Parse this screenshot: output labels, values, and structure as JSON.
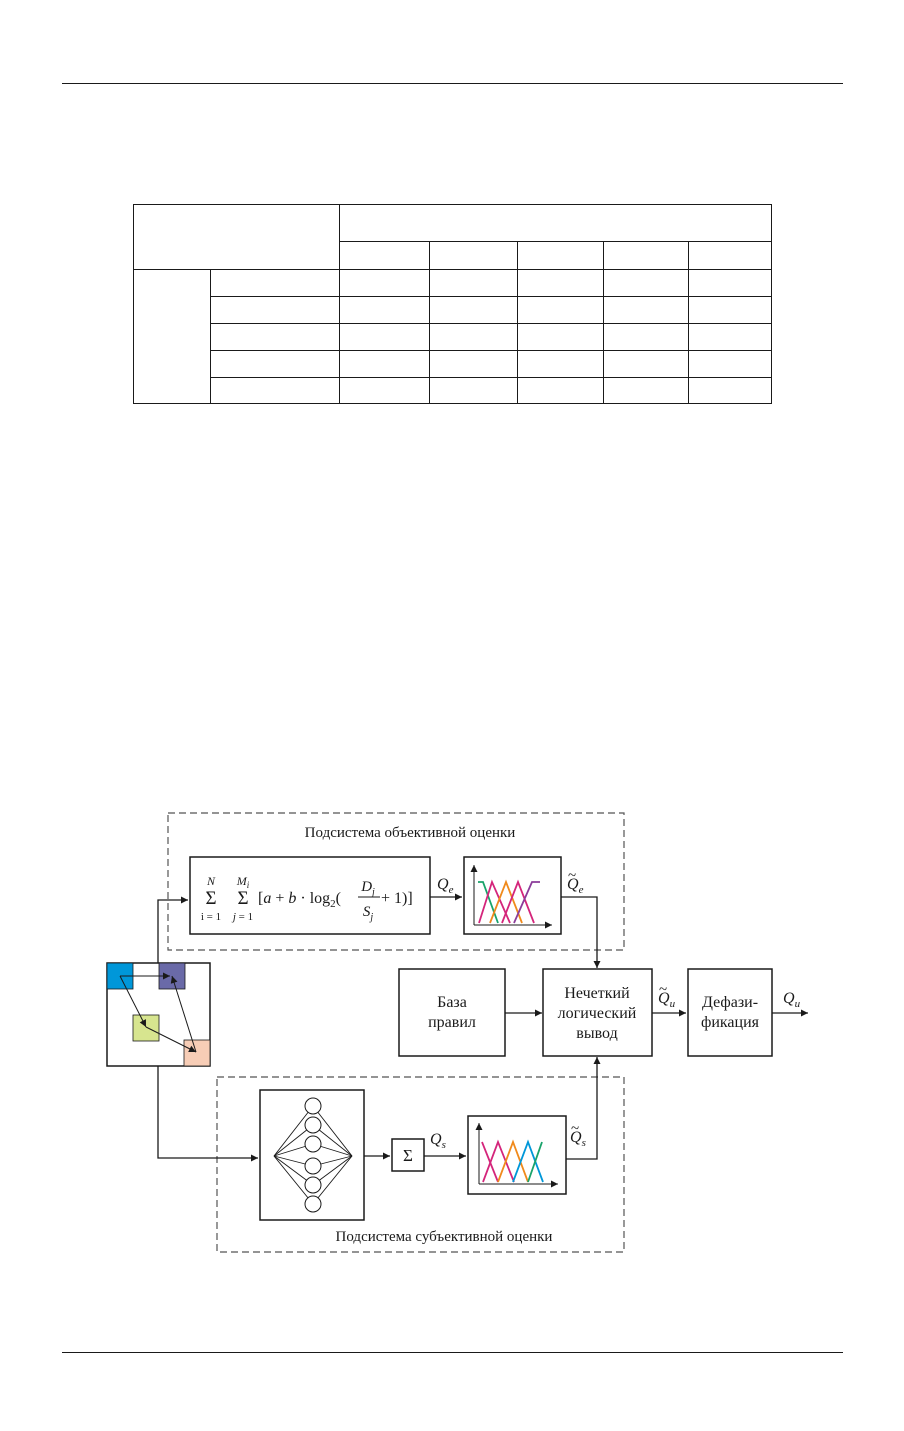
{
  "diagram": {
    "objective_subsystem_label": "Подсистема объективной оценки",
    "subjective_subsystem_label": "Подсистема субъективной оценки",
    "rule_base_lines": [
      "База",
      "правил"
    ],
    "fuzzy_inference_lines": [
      "Нечеткий",
      "логический",
      "вывод"
    ],
    "defuzzification_lines": [
      "Дефази-",
      "фикация"
    ],
    "sum_symbol": "Σ",
    "formula": {
      "outer_upper": "N",
      "outer_lower": "i = 1",
      "inner_upper": "M",
      "inner_upper_sub": "i",
      "inner_lower": "j = 1",
      "body_start": "[",
      "a": "a",
      "plus_b_dot": " + ",
      "b": "b",
      "dot_log": " · log",
      "log_base": "2",
      "paren_open": "(",
      "num": "D",
      "num_sub": "j",
      "den": "S",
      "den_sub": "j",
      "body_end": " + 1)]"
    },
    "signals": {
      "q_e": {
        "letter": "Q",
        "sub": "e"
      },
      "q_e_fuzzy": {
        "letter": "Q",
        "sub": "e",
        "tilde": "~"
      },
      "q_s": {
        "letter": "Q",
        "sub": "s"
      },
      "q_s_fuzzy": {
        "letter": "Q",
        "sub": "s",
        "tilde": "~"
      },
      "q_u_fuzzy": {
        "letter": "Q",
        "sub": "u",
        "tilde": "~"
      },
      "q_u": {
        "letter": "Q",
        "sub": "u"
      }
    },
    "colors": {
      "cyan": "#0097d9",
      "slate": "#6a6aa8",
      "lime": "#d7e58f",
      "peach": "#f7cdb6",
      "magenta": "#d4257b",
      "orange": "#f08a1c",
      "green": "#1aa36b",
      "violet": "#8b3d9a",
      "line": "#1a1a1a"
    }
  }
}
